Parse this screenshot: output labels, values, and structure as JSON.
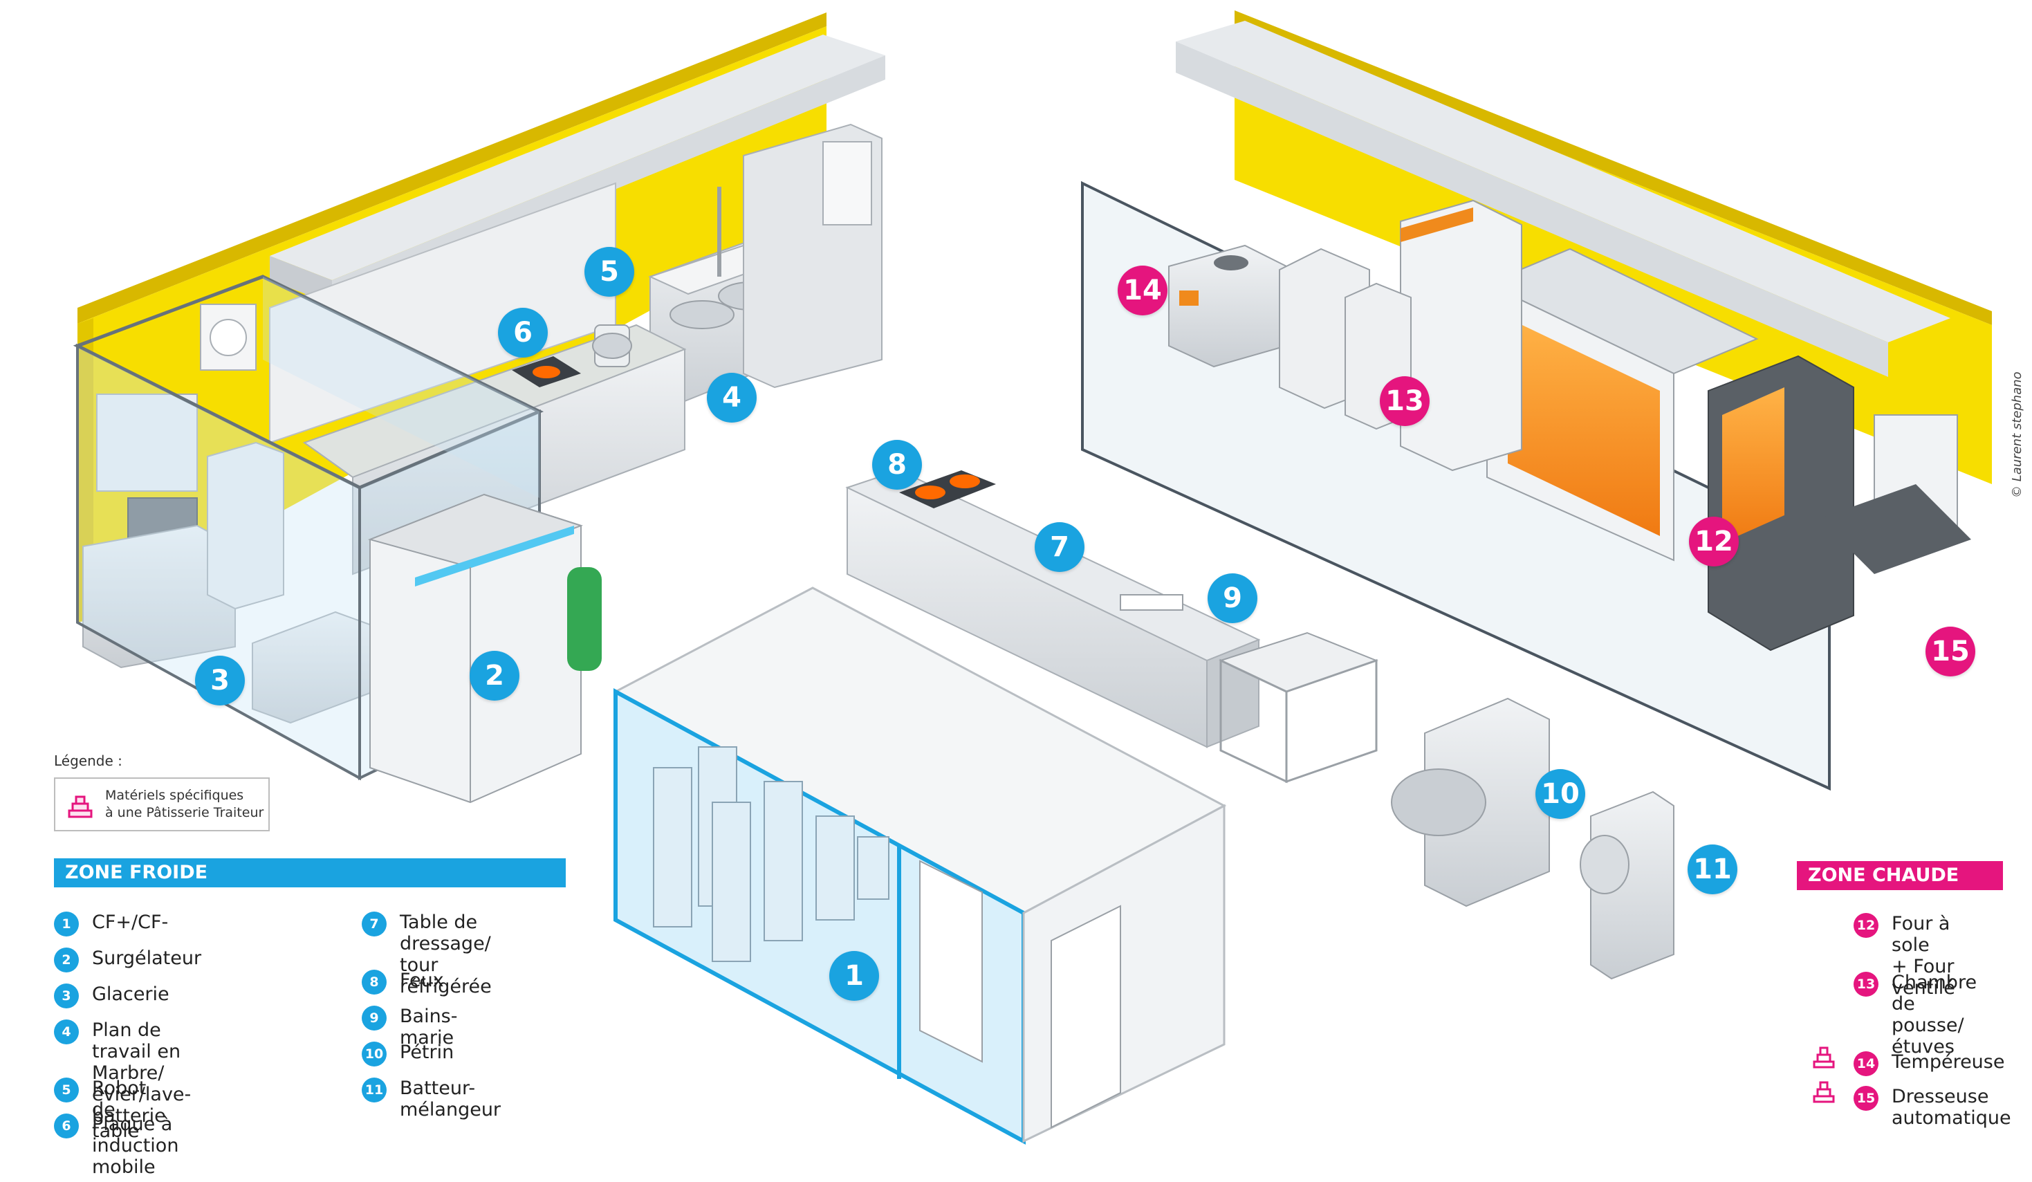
{
  "callouts": [
    {
      "n": "1",
      "zone": "cold"
    },
    {
      "n": "2",
      "zone": "cold"
    },
    {
      "n": "3",
      "zone": "cold"
    },
    {
      "n": "4",
      "zone": "cold"
    },
    {
      "n": "5",
      "zone": "cold"
    },
    {
      "n": "6",
      "zone": "cold"
    },
    {
      "n": "7",
      "zone": "cold"
    },
    {
      "n": "8",
      "zone": "cold"
    },
    {
      "n": "9",
      "zone": "cold"
    },
    {
      "n": "10",
      "zone": "cold"
    },
    {
      "n": "11",
      "zone": "cold"
    },
    {
      "n": "12",
      "zone": "hot"
    },
    {
      "n": "13",
      "zone": "hot"
    },
    {
      "n": "14",
      "zone": "hot"
    },
    {
      "n": "15",
      "zone": "hot"
    }
  ],
  "legend": {
    "caption": "Légende :",
    "box_text": "Matériels spécifiques\nà une Pâtisserie Traiteur",
    "icon": "cake-icon"
  },
  "zone_froide": {
    "title": "ZONE FROIDE",
    "color": "#1aa3e0",
    "items": [
      {
        "n": "1",
        "label": "CF+/CF-"
      },
      {
        "n": "2",
        "label": "Surgélateur"
      },
      {
        "n": "3",
        "label": "Glacerie"
      },
      {
        "n": "4",
        "label": "Plan de travail en Marbre/\névier/lave-batterie"
      },
      {
        "n": "5",
        "label": "Robot de table"
      },
      {
        "n": "6",
        "label": "Plaque à induction mobile"
      },
      {
        "n": "7",
        "label": "Table de dressage/\ntour réfrigérée"
      },
      {
        "n": "8",
        "label": "Feux"
      },
      {
        "n": "9",
        "label": "Bains-marie"
      },
      {
        "n": "10",
        "label": "Pétrin"
      },
      {
        "n": "11",
        "label": "Batteur-mélangeur"
      }
    ]
  },
  "zone_chaude": {
    "title": "ZONE CHAUDE",
    "color": "#e5157e",
    "items": [
      {
        "n": "12",
        "label": "Four à sole\n+ Four ventilé",
        "specific": false
      },
      {
        "n": "13",
        "label": "Chambre\nde pousse/\nétuves",
        "specific": false
      },
      {
        "n": "14",
        "label": "Tempéreuse",
        "specific": true
      },
      {
        "n": "15",
        "label": "Dresseuse\nautomatique",
        "specific": true
      }
    ]
  },
  "credit": "© Laurent stephano",
  "colors": {
    "wall": "#f7de00",
    "cold_accent": "#1aa3e0",
    "hot_accent": "#e5157e",
    "steel": "#d9dde1"
  }
}
